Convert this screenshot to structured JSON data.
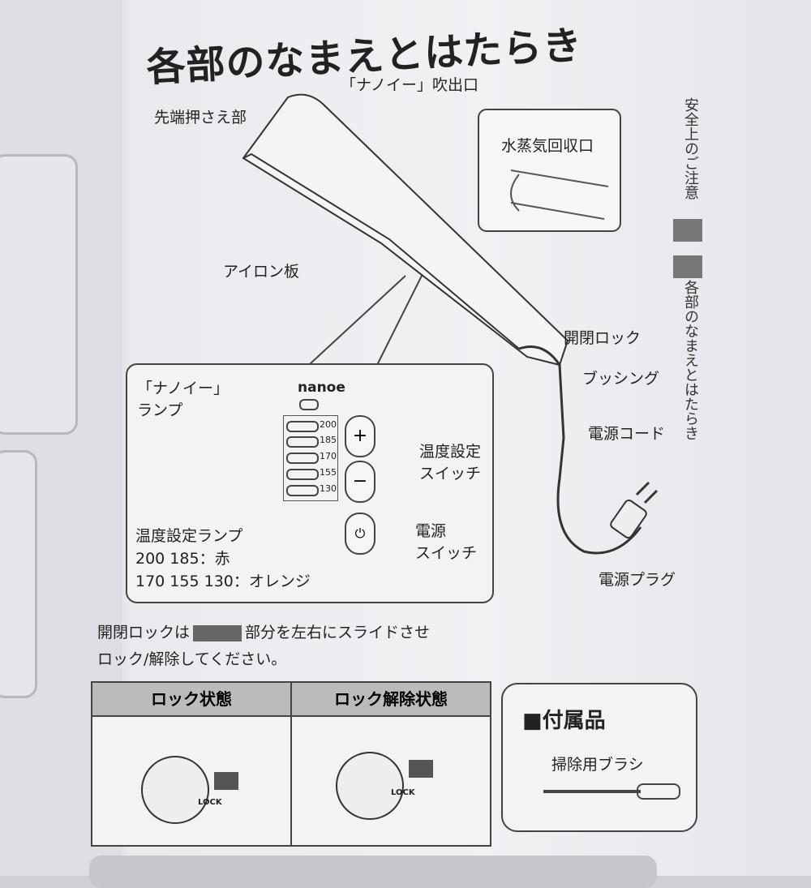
{
  "title": "各部のなまえとはたらき",
  "side_tabs": {
    "safety": "安全上のご注意",
    "parts": "各部のなまえとはたらき"
  },
  "labels": {
    "nanoe_outlet": "「ナノイー」吹出口",
    "tip_presser": "先端押さえ部",
    "steam_inlet": "水蒸気回収口",
    "iron_plate": "アイロン板",
    "open_close_lock": "開閉ロック",
    "bushing": "ブッシング",
    "power_cord": "電源コード",
    "power_plug": "電源プラグ"
  },
  "panel": {
    "nanoe_lamp_line1": "「ナノイー」",
    "nanoe_lamp_line2": "ランプ",
    "nanoe_logo": "nanoe",
    "temps": [
      "200",
      "185",
      "170",
      "155",
      "130"
    ],
    "plus": "+",
    "minus": "−",
    "power_symbol": "⏻",
    "temp_switch_line1": "温度設定",
    "temp_switch_line2": "スイッチ",
    "power_switch_line1": "電源",
    "power_switch_line2": "スイッチ",
    "temp_lamp_label": "温度設定ランプ",
    "temp_lamp_red": "200 185：赤",
    "temp_lamp_orange": "170 155 130：オレンジ"
  },
  "lock_note": {
    "line1a": "開閉ロックは",
    "line1b": "部分を左右にスライドさせ",
    "line2": "ロック/解除してください。"
  },
  "lock_table": {
    "locked": "ロック状態",
    "unlocked": "ロック解除状態",
    "lock_text": "LOCK"
  },
  "accessories": {
    "heading": "■付属品",
    "item": "掃除用ブラシ"
  }
}
